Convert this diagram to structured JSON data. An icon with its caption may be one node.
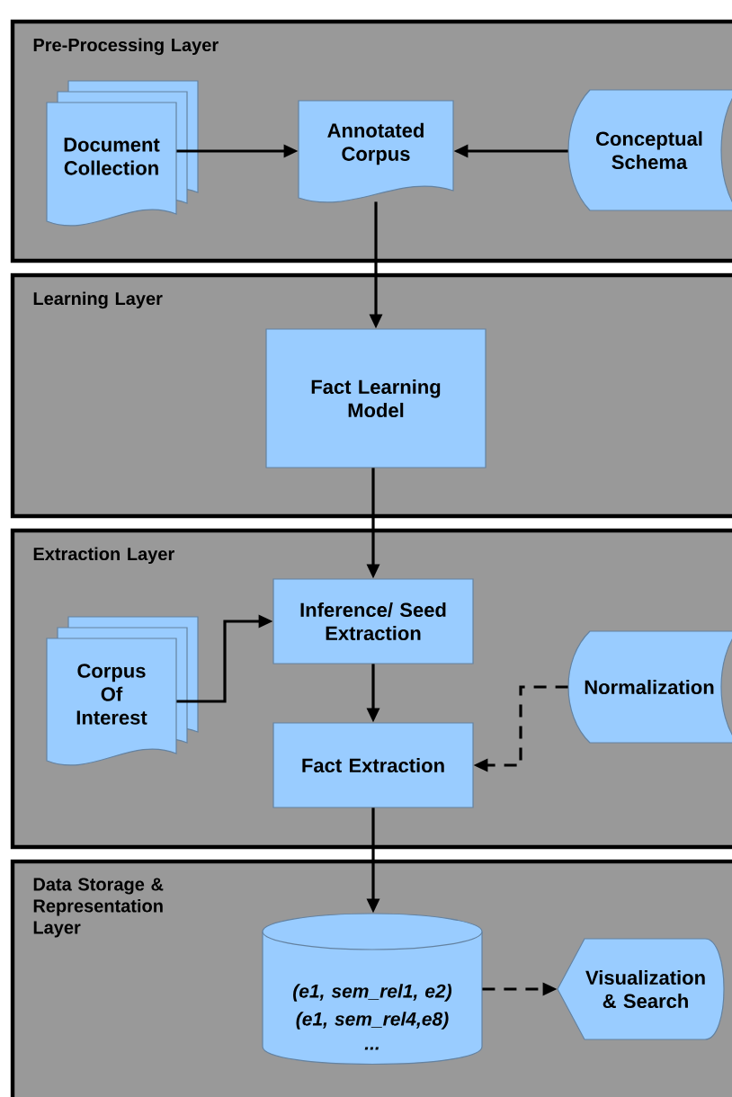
{
  "diagram": {
    "nodes": [
      {
        "text": [
          "Pre-Processing Layer"
        ]
      },
      {
        "text": [
          "Document Collection"
        ],
        "in": 0
      },
      {
        "text": [
          "Annotated Corpus"
        ],
        "in": 0
      },
      {
        "text": [
          "Conceptual Schema"
        ],
        "in": 0
      },
      {
        "text": [
          "Learning Layer"
        ]
      },
      {
        "text": [
          "Fact Learning Model"
        ],
        "in": 4
      },
      {
        "text": [
          "Extraction Layer"
        ]
      },
      {
        "text": [
          "Corpus Of Interest"
        ],
        "in": 6
      },
      {
        "text": [
          "Inference/ Seed Extraction"
        ],
        "in": 6
      },
      {
        "text": [
          "Normalization"
        ],
        "in": 6
      },
      {
        "text": [
          "Fact Extraction"
        ],
        "in": 6
      },
      {
        "text": [
          "Data Storage & Representation Layer"
        ]
      },
      {
        "text": [
          "(e1, sem_rel1, e2)",
          "(e1, sem_rel4,e8)",
          "..."
        ],
        "in": 11
      },
      {
        "text": [
          "Visualization & Search"
        ],
        "in": 11
      }
    ],
    "edges": [
      {
        "from": 1,
        "to": 2,
        "arrow": "to"
      },
      {
        "from": 3,
        "to": 2,
        "arrow": "to"
      },
      {
        "from": 2,
        "to": 5,
        "arrow": "to"
      },
      {
        "from": 5,
        "to": 8,
        "arrow": "to"
      },
      {
        "from": 7,
        "to": 8,
        "arrow": "to"
      },
      {
        "from": 8,
        "to": 10,
        "arrow": "to"
      },
      {
        "from": 9,
        "to": 10,
        "arrow": "to",
        "style": "dashed"
      },
      {
        "from": 10,
        "to": 12,
        "arrow": "to"
      },
      {
        "from": 12,
        "to": 13,
        "arrow": "to",
        "style": "dashed"
      }
    ]
  }
}
